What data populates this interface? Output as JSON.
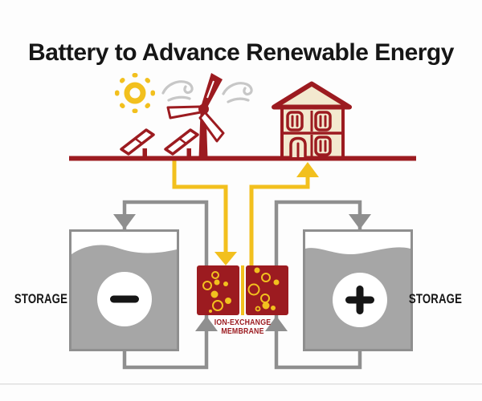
{
  "title": "Battery to Advance Renewable Energy",
  "diagram": {
    "energy_sources": {
      "icons": [
        "sun-icon",
        "wind-gust-icon",
        "wind-turbine-icon",
        "solar-panel-icon"
      ],
      "consumer_icon": "house-icon"
    },
    "storage_left": {
      "label": "STORAGE",
      "terminal_icon": "minus-icon"
    },
    "storage_right": {
      "label": "STORAGE",
      "terminal_icon": "plus-icon"
    },
    "membrane": {
      "label_line1": "ION-EXCHANGE",
      "label_line2": "MEMBRANE"
    },
    "flows": {
      "charge_arrow_icon": "down-arrow-icon",
      "discharge_arrow_icon": "up-arrow-icon",
      "circulation_arrow_icon": "gray-triangle-arrow-icon"
    }
  },
  "colors": {
    "dark_red": "#9C1B20",
    "yellow": "#F2C01E",
    "pipe_gray": "#8F8F8F",
    "liquid_gray": "#A6A6A6",
    "wind_gray": "#C7C7C7",
    "cream": "#F3E9CF",
    "text": "#161616",
    "divider_gray": "#E2E2E2"
  }
}
